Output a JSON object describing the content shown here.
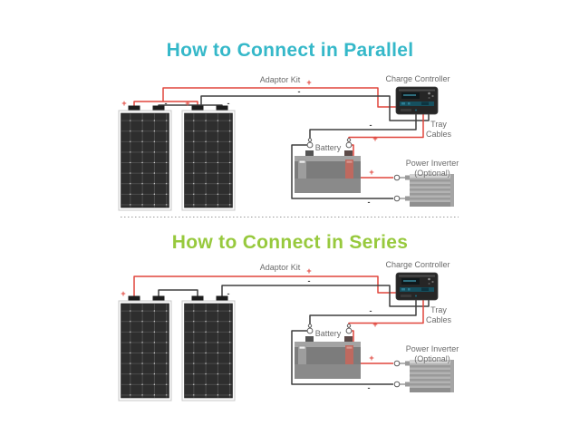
{
  "sections": [
    {
      "id": "parallel",
      "title": "How to Connect in Parallel",
      "title_color": "#35b8c9",
      "labels": {
        "adaptor_kit": "Adaptor Kit",
        "charge_controller": "Charge Controller",
        "tray_cables_1": "Tray",
        "tray_cables_2": "Cables",
        "battery": "Battery",
        "power_inverter_1": "Power Inverter",
        "power_inverter_2": "(Optional)"
      },
      "marks": {
        "plus": "+",
        "minus": "-"
      }
    },
    {
      "id": "series",
      "title": "How to Connect in Series",
      "title_color": "#97c93d",
      "labels": {
        "adaptor_kit": "Adaptor Kit",
        "charge_controller": "Charge Controller",
        "tray_cables_1": "Tray",
        "tray_cables_2": "Cables",
        "battery": "Battery",
        "power_inverter_1": "Power Inverter",
        "power_inverter_2": "(Optional)"
      },
      "marks": {
        "plus": "+",
        "minus": "-"
      }
    }
  ],
  "colors": {
    "positive_wire": "#e0453c",
    "negative_wire": "#3f3f3f",
    "label_text": "#6b6b6b",
    "parallel_title": "#35b8c9",
    "series_title": "#97c93d"
  }
}
